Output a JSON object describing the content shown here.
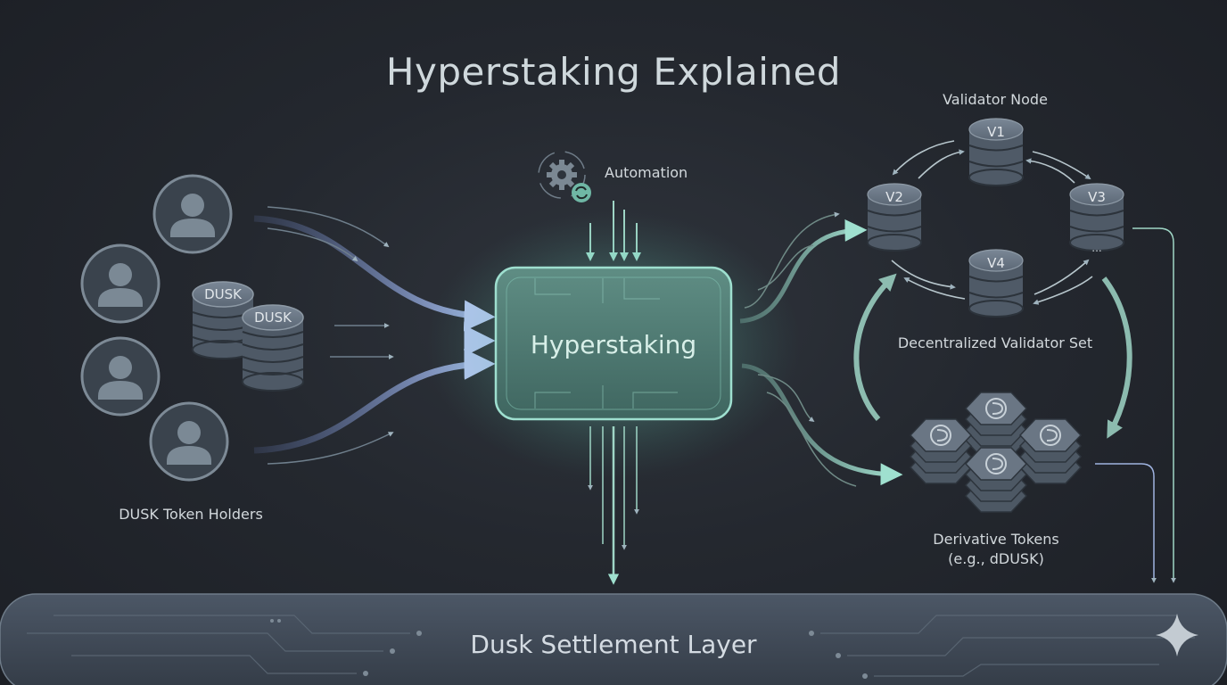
{
  "title": "Hyperstaking Explained",
  "hub": {
    "label": "Hyperstaking"
  },
  "automation": {
    "label": "Automation",
    "icon": "gear-sync-icon"
  },
  "holders": {
    "label": "DUSK Token Holders",
    "coin_labels": [
      "DUSK",
      "DUSK"
    ],
    "icon": "user-avatar-icon",
    "count": 4
  },
  "validators": {
    "header": "Validator Node",
    "set_label": "Decentralized Validator Set",
    "nodes": [
      "V1",
      "V2",
      "V3",
      "V4"
    ],
    "ellipsis": "..."
  },
  "derivative": {
    "label_line1": "Derivative Tokens",
    "label_line2": "(e.g., dDUSK)",
    "icon": "dusk-logo-icon"
  },
  "settlement": {
    "label": "Dusk Settlement Layer",
    "icon": "sparkle-icon"
  },
  "colors": {
    "background": "#24282f",
    "accent_teal": "#8fd3c0",
    "flow_blue": "#9db2e8",
    "node_fill": "#5b6775",
    "text": "#d2d8dc"
  }
}
